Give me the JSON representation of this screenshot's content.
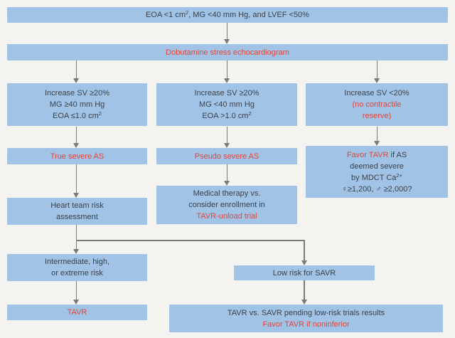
{
  "colors": {
    "background": "#f5f3f0",
    "box_blue": "#a1c4e6",
    "text_dark": "#3b4049",
    "accent_red": "#e2463a",
    "arrow_gray": "#7a7a7a"
  },
  "nodes": {
    "entry_criteria": {
      "pre_sup": "EOA <1 cm",
      "sup": "2",
      "post_sup": ", MG <40 mm Hg, and LVEF <50%"
    },
    "dse": {
      "label": "Dobutamine stress echocardiogram"
    },
    "left_criteria": {
      "line1": "Increase SV ≥20%",
      "line2": "MG ≥40 mm Hg",
      "line3_pre": "EOA ≤1.0 cm",
      "line3_sup": "2"
    },
    "mid_criteria": {
      "line1": "Increase SV ≥20%",
      "line2": "MG <40 mm Hg",
      "line3_pre": "EOA >1.0 cm",
      "line3_sup": "2"
    },
    "right_criteria": {
      "line1": "Increase SV <20%",
      "line2": "(no contractile",
      "line3": "reserve)"
    },
    "true_severe": {
      "label": "True severe AS"
    },
    "pseudo_severe": {
      "label": "Pseudo severe AS"
    },
    "favor_tavr_mdct": {
      "line1_red": "Favor TAVR",
      "line1_rest": " if AS",
      "line2": "deemed severe",
      "line3_pre": "by MDCT Ca",
      "line3_sup": "2+",
      "line4": "♀≥1,200, ♂ ≥2,000?"
    },
    "heart_team": {
      "line1": "Heart team risk",
      "line2": "assessment"
    },
    "medical_therapy": {
      "line1": "Medical therapy vs.",
      "line2": "consider enrollment in",
      "line3": "TAVR-unload trial"
    },
    "intermediate_risk": {
      "line1": "Intermediate, high,",
      "line2": "or extreme risk"
    },
    "low_risk": {
      "label": "Low risk for SAVR"
    },
    "tavr": {
      "label": "TAVR"
    },
    "tavr_savr": {
      "line1": "TAVR vs. SAVR pending low-risk trials results",
      "line2": "Favor TAVR if noninferior"
    }
  }
}
